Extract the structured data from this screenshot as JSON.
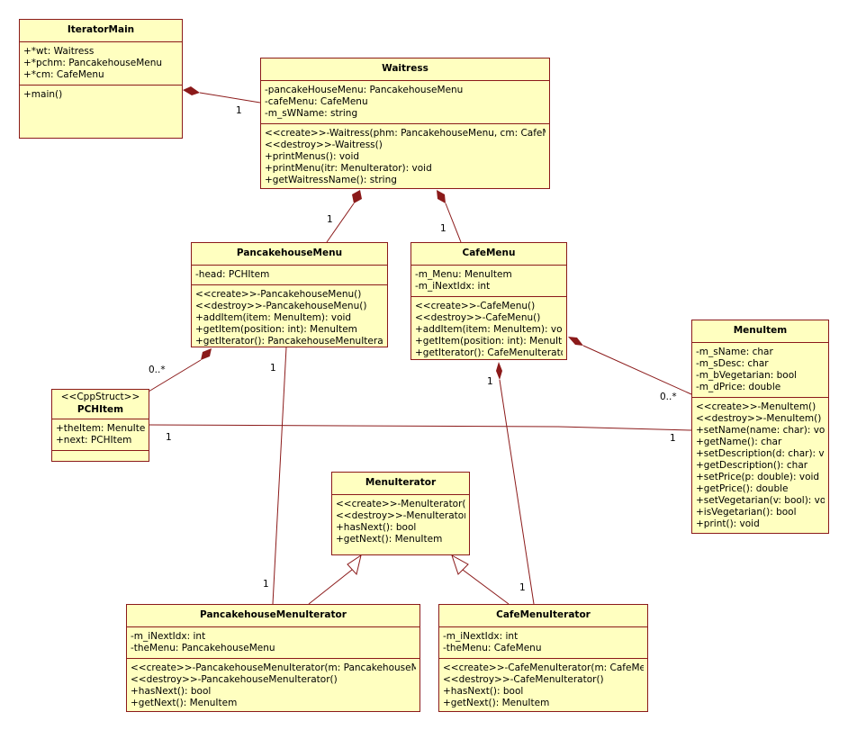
{
  "classes": {
    "iteratormain": {
      "name": "IteratorMain",
      "attributes": [
        "+*wt: Waitress",
        "+*pchm: PancakehouseMenu",
        "+*cm: CafeMenu"
      ],
      "operations": [
        "+main()"
      ]
    },
    "waitress": {
      "name": "Waitress",
      "attributes": [
        "-pancakeHouseMenu: PancakehouseMenu",
        "-cafeMenu: CafeMenu",
        "-m_sWName: string"
      ],
      "operations": [
        "<<create>>-Waitress(phm: PancakehouseMenu, cm: CafeMenu)",
        "<<destroy>>-Waitress()",
        "+printMenus(): void",
        "+printMenu(itr: MenuIterator): void",
        "+getWaitressName(): string"
      ]
    },
    "pancakehousemenu": {
      "name": "PancakehouseMenu",
      "attributes": [
        "-head: PCHItem"
      ],
      "operations": [
        "<<create>>-PancakehouseMenu()",
        "<<destroy>>-PancakehouseMenu()",
        "+addItem(item: MenuItem): void",
        "+getItem(position: int): MenuItem",
        "+getIterator(): PancakehouseMenuIterator"
      ]
    },
    "cafemenu": {
      "name": "CafeMenu",
      "attributes": [
        "-m_Menu: MenuItem",
        "-m_iNextIdx: int"
      ],
      "operations": [
        "<<create>>-CafeMenu()",
        "<<destroy>>-CafeMenu()",
        "+addItem(item: MenuItem): void",
        "+getItem(position: int): MenuItem",
        "+getIterator(): CafeMenuIterator"
      ]
    },
    "menuitem": {
      "name": "MenuItem",
      "attributes": [
        "-m_sName: char",
        "-m_sDesc: char",
        "-m_bVegetarian: bool",
        "-m_dPrice: double"
      ],
      "operations": [
        "<<create>>-MenuItem()",
        "<<destroy>>-MenuItem()",
        "+setName(name: char): void",
        "+getName(): char",
        "+setDescription(d: char): void",
        "+getDescription(): char",
        "+setPrice(p: double): void",
        "+getPrice(): double",
        "+setVegetarian(v: bool): void",
        "+isVegetarian(): bool",
        "+print(): void"
      ]
    },
    "pchitem": {
      "stereotype": "<<CppStruct>>",
      "name": "PCHItem",
      "attributes": [
        "+theItem: MenuItem",
        "+next: PCHItem"
      ],
      "operations": []
    },
    "menuiterator": {
      "name": "MenuIterator",
      "operations": [
        "<<create>>-MenuIterator()",
        "<<destroy>>-MenuIterator()",
        "+hasNext(): bool",
        "+getNext(): MenuItem"
      ]
    },
    "pancakehousemenuiterator": {
      "name": "PancakehouseMenuIterator",
      "attributes": [
        "-m_iNextIdx: int",
        "-theMenu: PancakehouseMenu"
      ],
      "operations": [
        "<<create>>-PancakehouseMenuIterator(m: PancakehouseMenu)",
        "<<destroy>>-PancakehouseMenuIterator()",
        "+hasNext(): bool",
        "+getNext(): MenuItem"
      ]
    },
    "cafemenuiterator": {
      "name": "CafeMenuIterator",
      "attributes": [
        "-m_iNextIdx: int",
        "-theMenu: CafeMenu"
      ],
      "operations": [
        "<<create>>-CafeMenuIterator(m: CafeMenu)",
        "<<destroy>>-CafeMenuIterator()",
        "+hasNext(): bool",
        "+getNext(): MenuItem"
      ]
    }
  },
  "multiplicities": {
    "main_waitress": "1",
    "waitress_pancake": "1",
    "waitress_cafe": "1",
    "pancake_pchitem": "0..*",
    "pancake_pmi": "1",
    "pmi_end": "1",
    "cafe_menuitem": "0..*",
    "cafe_cmi": "1",
    "cmi_end": "1",
    "pchitem_menuitem_left": "1",
    "pchitem_menuitem_right": "1"
  },
  "colors": {
    "fill": "#ffffc0",
    "stroke": "#8b1a1a"
  }
}
